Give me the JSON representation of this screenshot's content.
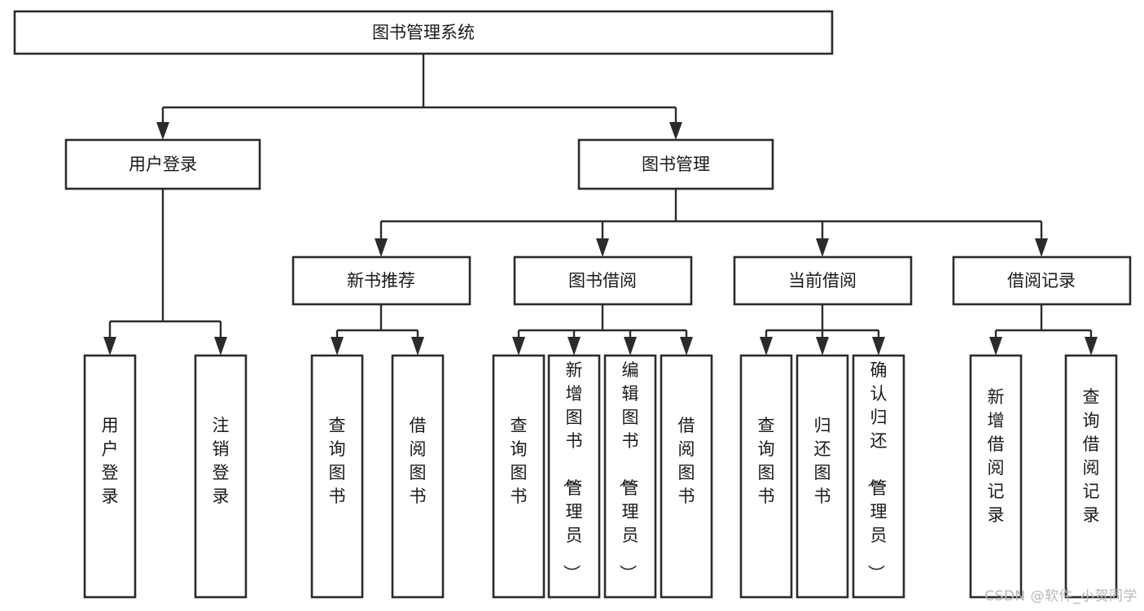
{
  "diagram": {
    "title": "图书管理系统",
    "watermark": "CSDN @软件_小贺同学",
    "colors": {
      "box_stroke": "#2b2b2b",
      "box_fill": "#ffffff",
      "text": "#1a1a1a",
      "background": "#ffffff",
      "watermark": "#b9b9b9"
    },
    "nodes": {
      "root": {
        "label": "图书管理系统"
      },
      "level2": [
        {
          "id": "user-login",
          "label": "用户登录"
        },
        {
          "id": "book-manage",
          "label": "图书管理"
        }
      ],
      "level3": [
        {
          "id": "new-book-rec",
          "label": "新书推荐"
        },
        {
          "id": "book-borrow",
          "label": "图书借阅"
        },
        {
          "id": "current-borrow",
          "label": "当前借阅"
        },
        {
          "id": "borrow-record",
          "label": "借阅记录"
        }
      ],
      "leaves": {
        "user-login": [
          {
            "id": "leaf-user-login",
            "label": "用户登录"
          },
          {
            "id": "leaf-logout",
            "label": "注销登录"
          }
        ],
        "new-book-rec": [
          {
            "id": "leaf-query-book-1",
            "label": "查询图书"
          },
          {
            "id": "leaf-borrow-book-1",
            "label": "借阅图书"
          }
        ],
        "book-borrow": [
          {
            "id": "leaf-query-book-2",
            "label": "查询图书"
          },
          {
            "id": "leaf-add-book",
            "label": "新增图书（管理员）"
          },
          {
            "id": "leaf-edit-book",
            "label": "编辑图书（管理员）"
          },
          {
            "id": "leaf-borrow-book-2",
            "label": "借阅图书"
          }
        ],
        "current-borrow": [
          {
            "id": "leaf-query-book-3",
            "label": "查询图书"
          },
          {
            "id": "leaf-return-book",
            "label": "归还图书"
          },
          {
            "id": "leaf-confirm-return",
            "label": "确认归还（管理员）"
          }
        ],
        "borrow-record": [
          {
            "id": "leaf-add-record",
            "label": "新增借阅记录"
          },
          {
            "id": "leaf-query-record",
            "label": "查询借阅记录"
          }
        ]
      }
    }
  }
}
